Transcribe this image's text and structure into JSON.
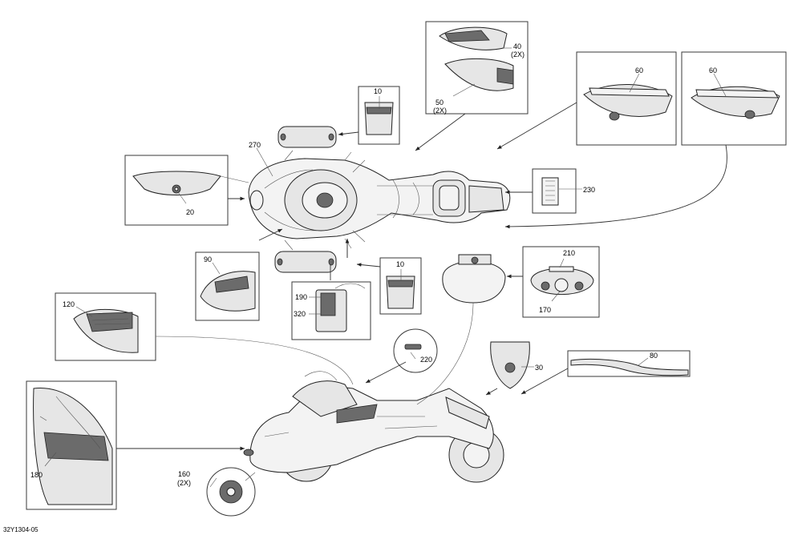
{
  "diagram_code": "32Y1304-05",
  "callouts": {
    "c10a": "10",
    "c10b": "10",
    "c20": "20",
    "c30": "30",
    "c40": "40",
    "c40q": "(2X)",
    "c50": "50",
    "c50q": "(2X)",
    "c60a": "60",
    "c60b": "60",
    "c80": "80",
    "c90": "90",
    "c120": "120",
    "c160": "160",
    "c160q": "(2X)",
    "c170": "170",
    "c180": "180",
    "c190": "190",
    "c210": "210",
    "c220": "220",
    "c230": "230",
    "c270": "270",
    "c320": "320"
  },
  "colors": {
    "line": "#333333",
    "fill": "#e6e6e6",
    "dark": "#6b6b6b",
    "background": "#ffffff"
  }
}
